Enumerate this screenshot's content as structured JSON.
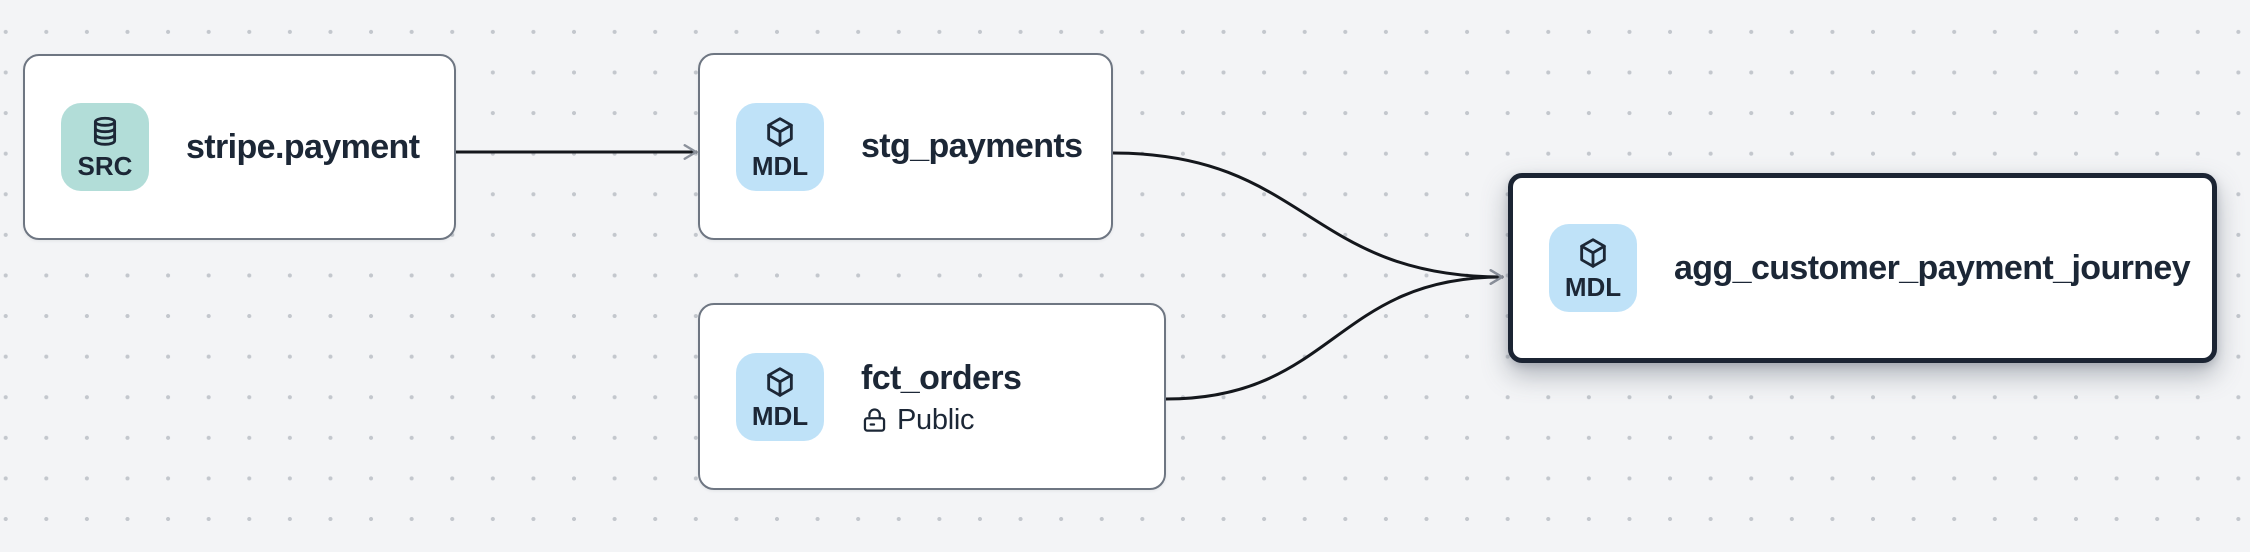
{
  "canvas": {
    "background_color": "#f3f4f6",
    "dot_color": "#c3c7cd",
    "edge_color": "#14171c",
    "arrowhead_color": "#8b919b",
    "node_border_color": "#6e7682",
    "selected_node_border_color": "#1b2433",
    "text_color": "#1c2736",
    "badge_src_color": "#b2ddd8",
    "badge_mdl_color": "#bfe2f8"
  },
  "nodes": [
    {
      "title": "stripe.payment",
      "type_badge": {
        "label": "SRC",
        "icon": "database-icon"
      },
      "selected": false
    },
    {
      "title": "stg_payments",
      "type_badge": {
        "label": "MDL",
        "icon": "cube-icon"
      },
      "selected": false
    },
    {
      "title": "fct_orders",
      "type_badge": {
        "label": "MDL",
        "icon": "cube-icon"
      },
      "access": {
        "label": "Public",
        "icon": "lock-open-icon"
      },
      "selected": false
    },
    {
      "title": "agg_customer_payment_journey",
      "type_badge": {
        "label": "MDL",
        "icon": "cube-icon"
      },
      "selected": true
    }
  ],
  "edges": [
    {
      "from": "stripe.payment",
      "to": "stg_payments"
    },
    {
      "from": "stg_payments",
      "to": "agg_customer_payment_journey"
    },
    {
      "from": "fct_orders",
      "to": "agg_customer_payment_journey"
    }
  ]
}
